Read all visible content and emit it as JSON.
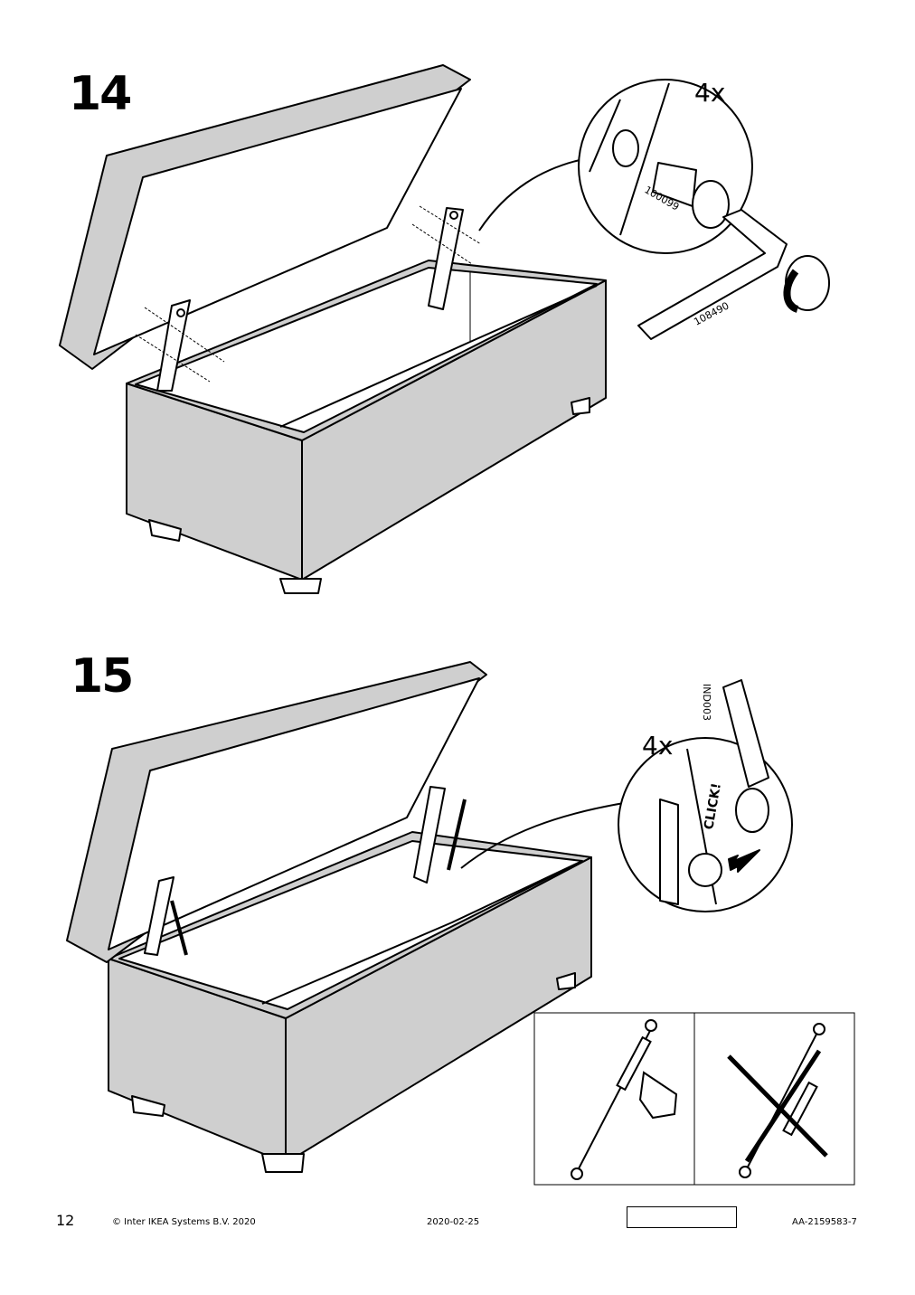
{
  "steps": {
    "step14": {
      "number": "14",
      "quantity": "4x",
      "part_screw": "100099",
      "part_key": "108490"
    },
    "step15": {
      "number": "15",
      "quantity": "4x",
      "part_tool": "IND003",
      "click_label": "CLICK!"
    }
  },
  "footer": {
    "page_number": "12",
    "copyright": "© Inter IKEA Systems B.V. 2020",
    "date": "2020-02-25",
    "document_id": "AA-2159583-7"
  },
  "colors": {
    "fabric": "#cfcfcf",
    "line": "#000000",
    "paper": "#ffffff"
  }
}
